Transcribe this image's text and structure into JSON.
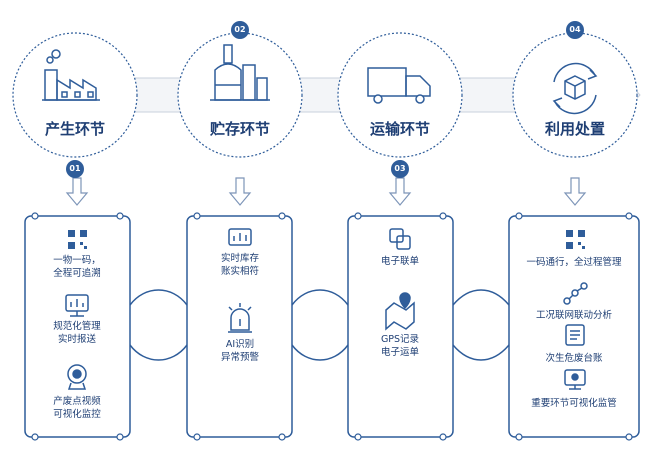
{
  "colors": {
    "primary": "#1f3f74",
    "accent": "#2f5d9a",
    "light": "#7d95b8"
  },
  "stages": [
    {
      "num": "01",
      "title": "产生环节",
      "icon": "factory-icon"
    },
    {
      "num": "02",
      "title": "贮存环节",
      "icon": "storage-tank-icon"
    },
    {
      "num": "03",
      "title": "运输环节",
      "icon": "truck-icon"
    },
    {
      "num": "04",
      "title": "利用处置",
      "icon": "recycle-cube-icon"
    }
  ],
  "panels": [
    {
      "features": [
        {
          "icon": "qr-code-icon",
          "text": "一物一码，\n全程可追溯"
        },
        {
          "icon": "monitor-report-icon",
          "text": "规范化管理\n实时报送"
        },
        {
          "icon": "camera-icon",
          "text": "产废点视频\n可视化监控"
        }
      ]
    },
    {
      "features": [
        {
          "icon": "inventory-chart-icon",
          "text": "实时库存\n账实相符"
        },
        {
          "icon": "alarm-icon",
          "text": "AI识别\n异常预警"
        }
      ]
    },
    {
      "features": [
        {
          "icon": "linked-forms-icon",
          "text": "电子联单"
        },
        {
          "icon": "map-pin-icon",
          "text": "GPS记录\n电子运单"
        }
      ]
    },
    {
      "features": [
        {
          "icon": "qr-code-icon",
          "text": "一码通行，全过程管理"
        },
        {
          "icon": "link-nodes-icon",
          "text": "工况联网联动分析"
        },
        {
          "icon": "ledger-icon",
          "text": "次生危废台账"
        },
        {
          "icon": "monitor-eye-icon",
          "text": "重要环节可视化监管"
        }
      ]
    }
  ]
}
